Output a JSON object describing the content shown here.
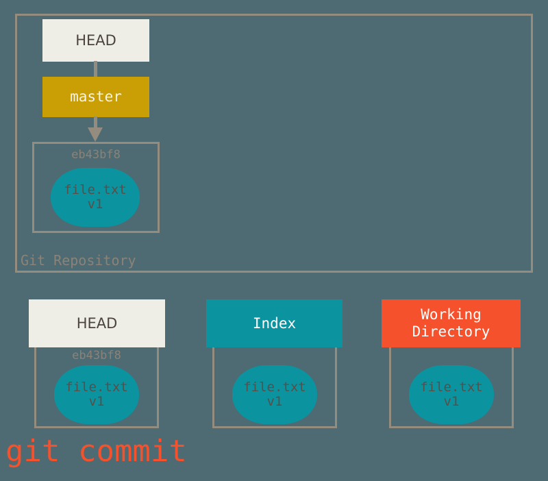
{
  "diagram": {
    "background_color": "#4e6a72",
    "border_color": "#958c80",
    "command": "git commit"
  },
  "repository": {
    "label": "Git Repository",
    "head": {
      "label": "HEAD",
      "color": "#efeee6"
    },
    "branch": {
      "label": "master",
      "color": "#c99f05"
    },
    "commit": {
      "hash": "eb43bf8",
      "file_name": "file.txt",
      "file_version": "v1",
      "blob_color": "#0c93a0"
    }
  },
  "areas": [
    {
      "title": "HEAD",
      "title_line2": "",
      "header_color": "#efeee6",
      "hash": "eb43bf8",
      "file_name": "file.txt",
      "file_version": "v1"
    },
    {
      "title": "Index",
      "title_line2": "",
      "header_color": "#0c93a0",
      "hash": "",
      "file_name": "file.txt",
      "file_version": "v1"
    },
    {
      "title": "Working",
      "title_line2": "Directory",
      "header_color": "#f4512c",
      "hash": "",
      "file_name": "file.txt",
      "file_version": "v1"
    }
  ]
}
